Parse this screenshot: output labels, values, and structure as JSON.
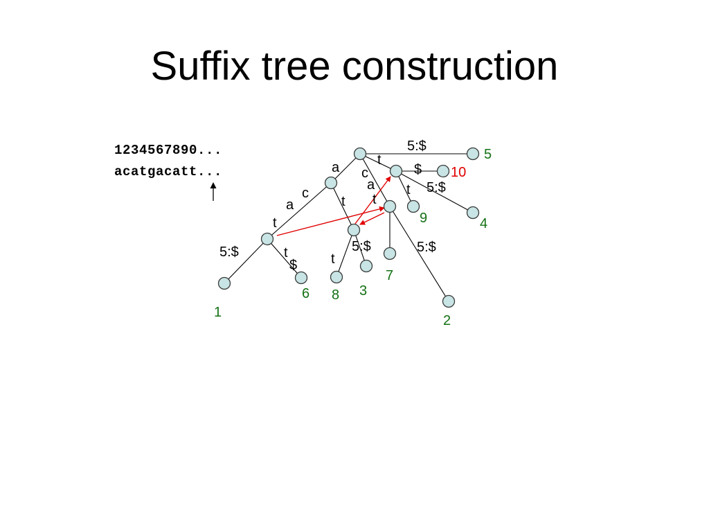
{
  "slide": {
    "title": "Suffix tree construction"
  },
  "sequence": {
    "index_line": "1234567890...",
    "char_line": "acatgacatt...",
    "pointer": "up-arrow"
  },
  "colors": {
    "node_fill": "#c8e4e4",
    "leaf_label": "#137013",
    "highlight": "#e00000",
    "suffix_link": "#e00000"
  },
  "edge_labels": [
    "a",
    "c",
    "a",
    "t",
    "5:$",
    "t",
    "$",
    "5:$",
    "t",
    "c",
    "a",
    "t",
    "$",
    "5:$",
    "t",
    "t",
    "5:$",
    "t",
    "5:$"
  ],
  "leaf_labels": [
    "1",
    "6",
    "8",
    "3",
    "7",
    "9",
    "4",
    "5",
    "10",
    "2"
  ],
  "leaf_label_colors": [
    "#137013",
    "#137013",
    "#137013",
    "#137013",
    "#137013",
    "#137013",
    "#137013",
    "#137013",
    "#e00000",
    "#137013"
  ]
}
